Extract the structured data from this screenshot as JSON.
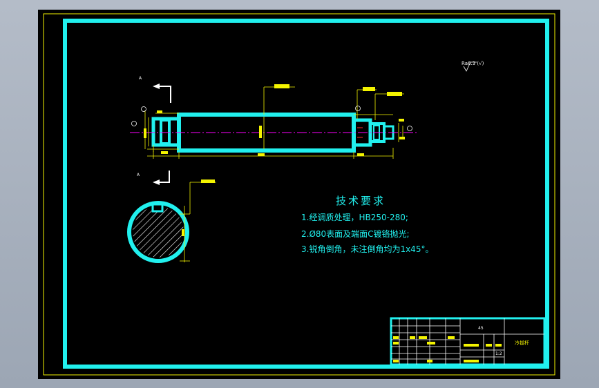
{
  "drawing": {
    "surface_roughness": "Ra6.3",
    "surface_roughness_suffix": "(√)",
    "section_mark_top": "A",
    "section_mark_bottom": "A",
    "tech_requirements": {
      "title": "技术要求",
      "items": [
        "1.经调质处理，HB250-280;",
        "2.Ø80表面及端面C镀铬抛光;",
        "3.锐角倒角，未注倒角均为1x45°。"
      ]
    },
    "title_block": {
      "material": "45",
      "part_name": "冷拔杆",
      "scale": "1:2"
    }
  },
  "colors": {
    "background": "#000000",
    "frame": "#21f0ee",
    "border": "#f4f400",
    "centerline": "#ff00ff",
    "dimension": "#f4f400",
    "hatch": "#ffffff",
    "text": "#ffffff"
  }
}
